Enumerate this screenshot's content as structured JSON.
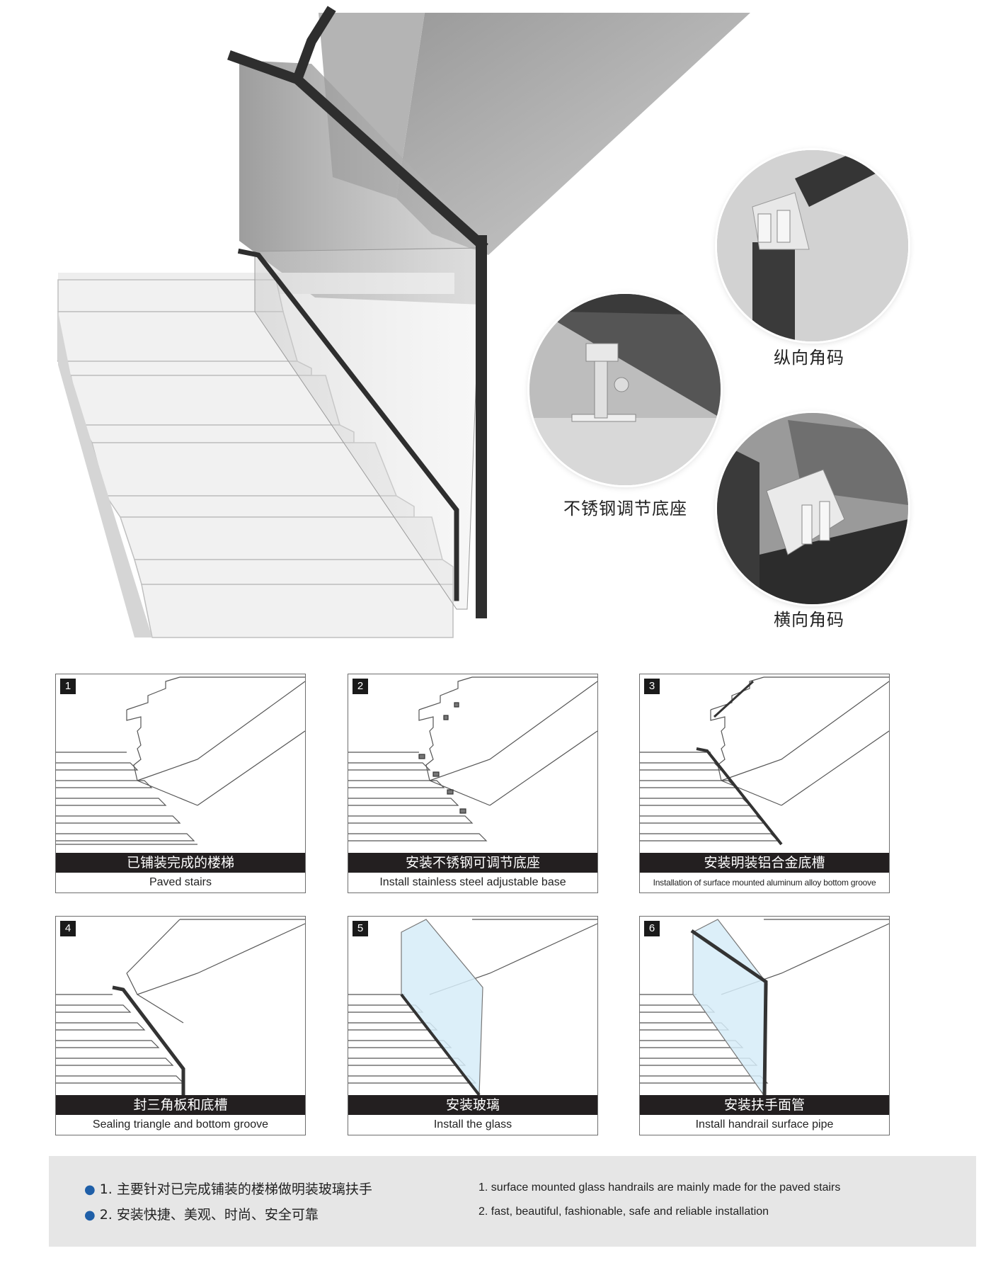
{
  "callouts": {
    "longitudinal_corner": "纵向角码",
    "adjustable_base": "不锈钢调节底座",
    "transverse_corner": "横向角码"
  },
  "steps": [
    {
      "num": "1",
      "cn": "已铺装完成的楼梯",
      "en": "Paved stairs"
    },
    {
      "num": "2",
      "cn": "安装不锈钢可调节底座",
      "en": "Install stainless steel adjustable base"
    },
    {
      "num": "3",
      "cn": "安装明装铝合金底槽",
      "en": "Installation of surface mounted aluminum alloy bottom groove"
    },
    {
      "num": "4",
      "cn": "封三角板和底槽",
      "en": "Sealing triangle and bottom groove"
    },
    {
      "num": "5",
      "cn": "安装玻璃",
      "en": "Install the glass"
    },
    {
      "num": "6",
      "cn": "安装扶手面管",
      "en": "Install handrail surface pipe"
    }
  ],
  "notes": {
    "cn": [
      "1. 主要针对已完成铺装的楼梯做明装玻璃扶手",
      "2. 安装快捷、美观、时尚、安全可靠"
    ],
    "en": [
      "1. surface mounted glass handrails are mainly made for the paved stairs",
      "2. fast, beautiful, fashionable, safe and reliable installation"
    ]
  },
  "colors": {
    "rail": "#2e2e2e",
    "caption_bar": "#231f20",
    "bullet": "#1f5fa8",
    "glass_tint": "#d6ecf8"
  }
}
